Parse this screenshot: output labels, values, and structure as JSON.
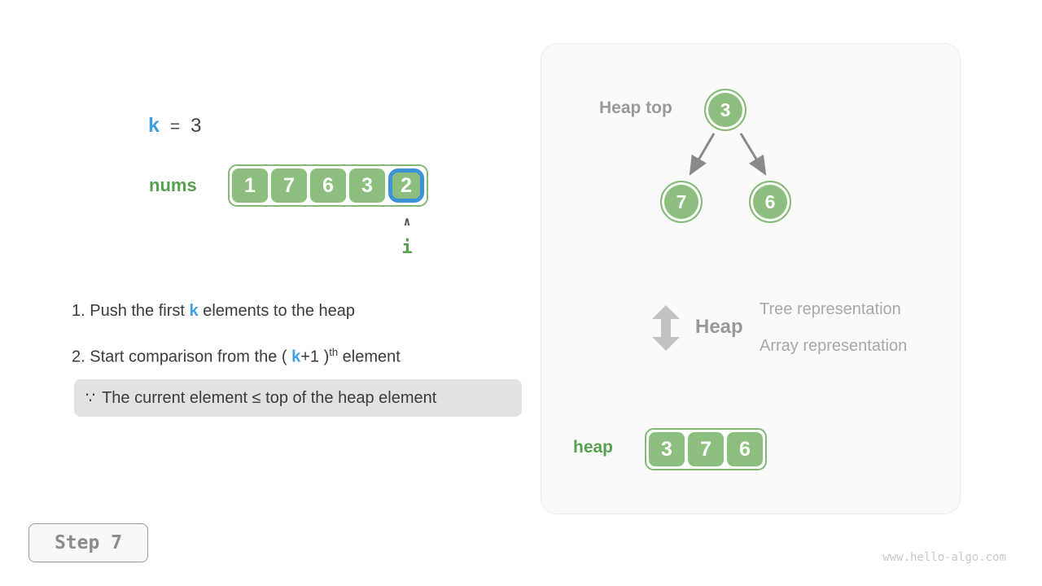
{
  "colors": {
    "green_fill": "#8CBE7D",
    "green_border": "#85BA76",
    "label_green": "#56A050",
    "blue_border": "#3E93D6",
    "blue_text": "#3FA0E2",
    "dark_text": "#414141",
    "gray_bold": "#999999",
    "gray_light": "#A8A8A8",
    "arrow_gray": "#8A8A8A",
    "note_bg": "#E2E2E2",
    "panel_bg": "#FAFAFA",
    "watermark": "#C9C9C9"
  },
  "variable": {
    "name": "k",
    "equals": "=",
    "value": "3"
  },
  "nums": {
    "label": "nums",
    "values": [
      "1",
      "7",
      "6",
      "3",
      "2"
    ],
    "highlighted_index": 4,
    "pointer_symbol": "∧",
    "pointer_label": "i"
  },
  "steps": [
    {
      "prefix": "1. Push the first ",
      "var": "k",
      "suffix": " elements to the heap"
    },
    {
      "prefix": "2. Start comparison from the ( ",
      "var": "k",
      "middle": "+1 )",
      "superscript": "th",
      "suffix": " element"
    }
  ],
  "note": {
    "symbol": "∵",
    "text": "The current element ≤ top of the heap element"
  },
  "panel": {
    "heap_top_label": "Heap top",
    "tree": {
      "root": "3",
      "left_child": "7",
      "right_child": "6"
    },
    "legend": {
      "title": "Heap",
      "tree_line": "Tree representation",
      "array_line": "Array representation"
    },
    "heap_array": {
      "label": "heap",
      "values": [
        "3",
        "7",
        "6"
      ]
    }
  },
  "footer": {
    "step_button": "Step 7",
    "watermark": "www.hello-algo.com"
  }
}
